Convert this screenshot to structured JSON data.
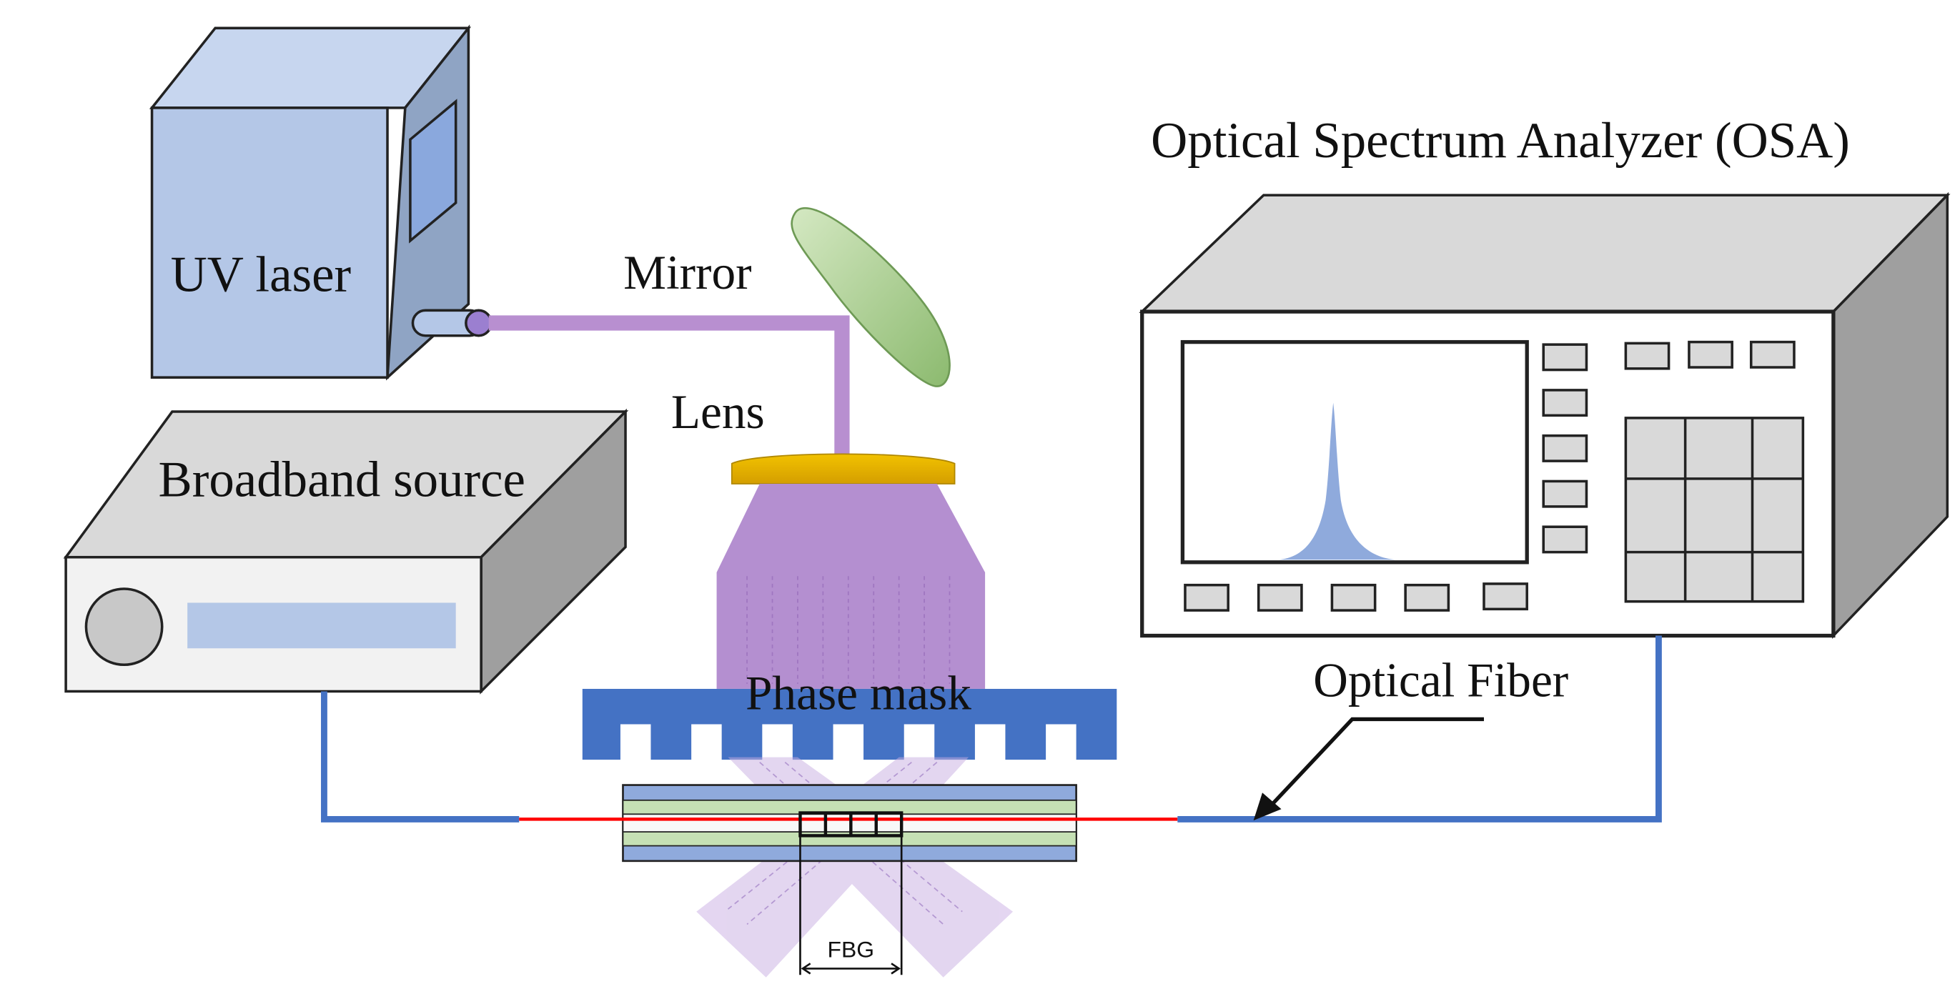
{
  "labels": {
    "uv_laser": "UV laser",
    "mirror": "Mirror",
    "lens": "Lens",
    "broadband_source": "Broadband source",
    "phase_mask": "Phase mask",
    "osa": "Optical Spectrum Analyzer (OSA)",
    "optical_fiber": "Optical Fiber",
    "fbg": "FBG"
  },
  "colors": {
    "uv_laser_box": "#b4c7e7",
    "uv_beam": "#b88fd0",
    "mirror": "#a9d18e",
    "lens": "#e3b100",
    "phase_mask": "#4472c4",
    "fiber": "#4472c4",
    "fiber_core": "#ff0000",
    "fiber_cladding": "#c5e0b4",
    "instrument_body": "#d9d9d9",
    "spectrum_peak": "#8faadc"
  },
  "icons": [
    "uv-laser-icon",
    "mirror-icon",
    "lens-icon",
    "broadband-source-icon",
    "phase-mask-icon",
    "osa-icon",
    "fiber-grating-icon"
  ]
}
